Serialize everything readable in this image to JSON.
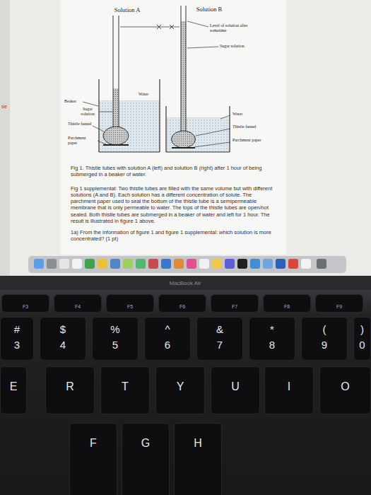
{
  "diagram": {
    "caption": "Fig 1. Thistle tubes with solution A (left) and solution B (right) after 1 hour of being submerged in a beaker of water.",
    "nodes": [
      {
        "text": [
          "F3"
        ]
      },
      {
        "text": [
          "F4"
        ]
      },
      {
        "text": [
          "F5"
        ]
      },
      {
        "text": [
          "F6"
        ]
      },
      {
        "text": [
          "F7"
        ]
      },
      {
        "text": [
          "F8"
        ]
      },
      {
        "text": [
          "F9"
        ]
      },
      {
        "text": [
          "#",
          "3"
        ]
      },
      {
        "text": [
          "$",
          "4"
        ]
      },
      {
        "text": [
          "%",
          "5"
        ]
      },
      {
        "text": [
          "^",
          "6"
        ]
      },
      {
        "text": [
          "&",
          "7"
        ]
      },
      {
        "text": [
          "*",
          "8"
        ]
      },
      {
        "text": [
          "(",
          "9"
        ]
      },
      {
        "text": [
          ")",
          "0"
        ]
      },
      {
        "text": [
          "E"
        ]
      },
      {
        "text": [
          "R"
        ]
      },
      {
        "text": [
          "T"
        ]
      },
      {
        "text": [
          "Y"
        ]
      },
      {
        "text": [
          "U"
        ]
      },
      {
        "text": [
          "I"
        ]
      },
      {
        "text": [
          "O"
        ]
      },
      {
        "text": [
          "F"
        ]
      },
      {
        "text": [
          "G"
        ]
      },
      {
        "text": [
          "H"
        ]
      }
    ],
    "labels": [
      "Solution A",
      "Solution B",
      "Level of solution after sometime",
      "Sugar solution",
      "Sugar solution",
      "Water",
      "Beaker",
      "se",
      "Thistle funnel",
      "Parchment paper",
      "Water",
      "Thistle funnel",
      "Parchment paper",
      "Fig 1 supplemental: Two thistle tubes are filled with the same volume but with different solutions (A and B). Each solution has a different concentration of solute. The parchment paper used to seal the bottom of the thistle tube is a semipermeable membrane that is only permeable to water. The tops of the thistle tubes are open/not sealed. Both thistle tubes are submerged in a beaker of water and left for 1 hour. The result is illustrated in figure 1 above.",
      "1a) From the information of figure 1 and figure 1 supplemental: which solution is more concentrated? (1 pt)",
      "MacBook Air"
    ]
  }
}
